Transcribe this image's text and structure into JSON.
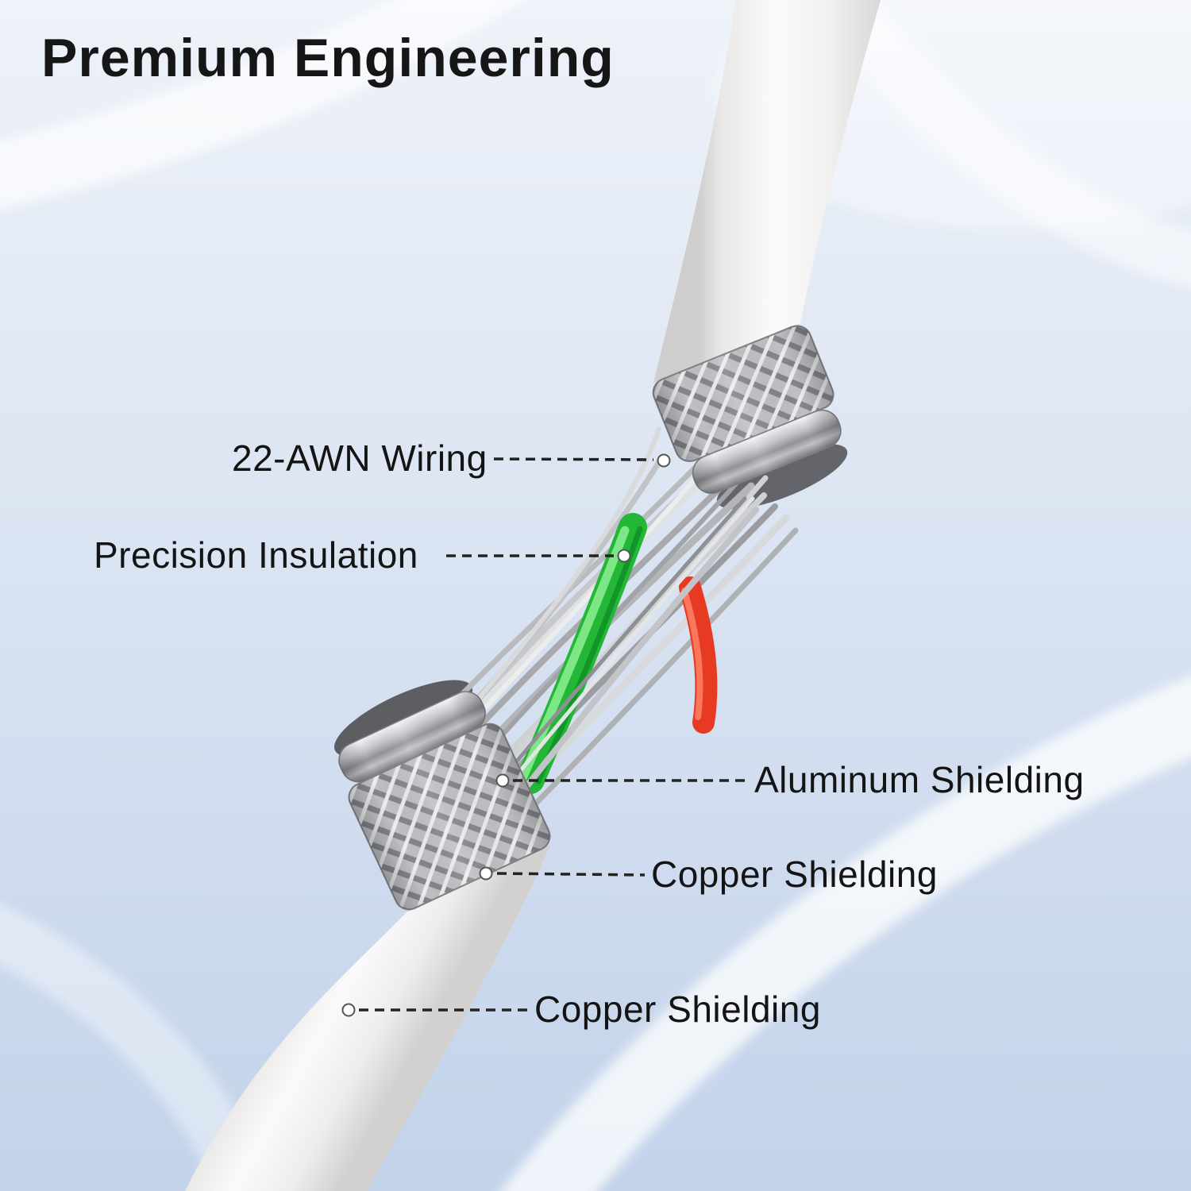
{
  "title": "Premium Engineering",
  "callouts": [
    {
      "id": "wiring",
      "text": "22-AWN Wiring"
    },
    {
      "id": "insulation",
      "text": "Precision Insulation"
    },
    {
      "id": "aluminum",
      "text": "Aluminum Shielding"
    },
    {
      "id": "copper1",
      "text": "Copper Shielding"
    },
    {
      "id": "copper2",
      "text": "Copper Shielding"
    }
  ],
  "colors": {
    "background_top": "#edf1f8",
    "background_bottom": "#c2d3ea",
    "cable_jacket": "#fbfaf8",
    "wire_green": "#23b637",
    "wire_red": "#e63a22",
    "shield_metal": "#94959a",
    "text": "#141414"
  }
}
